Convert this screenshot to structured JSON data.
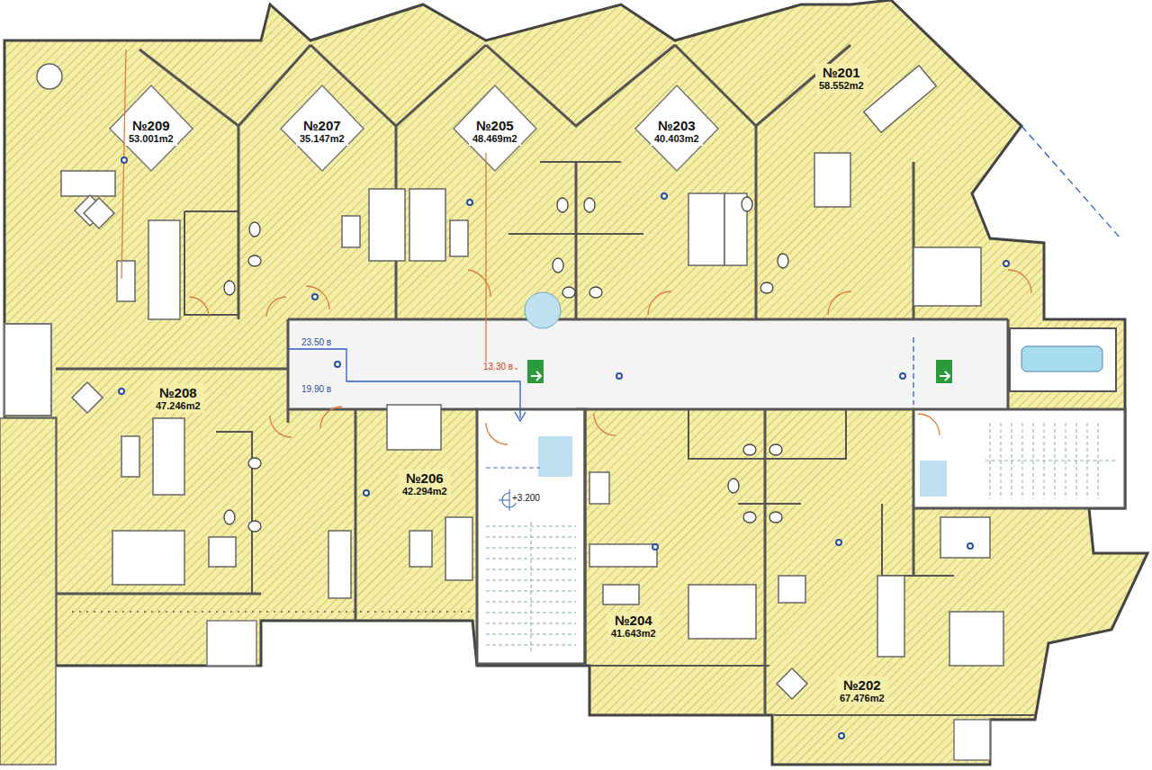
{
  "diagram": {
    "nodes": [
      {
        "text": [
          "№209",
          "53.001m2"
        ]
      },
      {
        "text": [
          "№207",
          "35.147m2"
        ]
      },
      {
        "text": [
          "№205",
          "48.469m2"
        ]
      },
      {
        "text": [
          "№203",
          "40.403m2"
        ]
      },
      {
        "text": [
          "№201",
          "58.552m2"
        ]
      },
      {
        "text": [
          "№208",
          "47.246m2"
        ]
      },
      {
        "text": [
          "№206",
          "42.294m2"
        ]
      },
      {
        "text": [
          "№204",
          "41.643m2"
        ]
      },
      {
        "text": [
          "№202",
          "67.476m2"
        ]
      }
    ],
    "labels": [
      "23.50 в",
      "19.90 в",
      "13.30 в",
      "+3.200"
    ]
  }
}
